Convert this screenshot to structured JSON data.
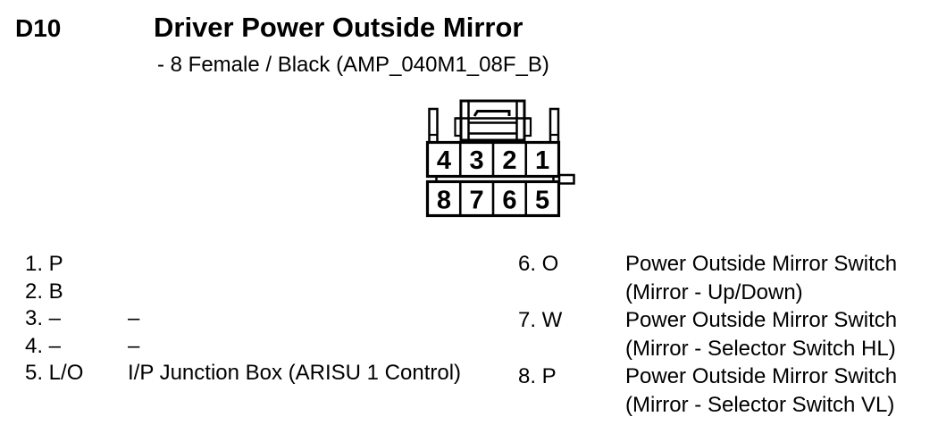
{
  "header": {
    "connector_id": "D10",
    "title": "Driver Power Outside Mirror",
    "subtitle": "- 8 Female / Black (AMP_040M1_08F_B)"
  },
  "connector": {
    "rows": 2,
    "pin_count": 8,
    "top_row_pins": [
      "4",
      "3",
      "2",
      "1"
    ],
    "bottom_row_pins": [
      "8",
      "7",
      "6",
      "5"
    ]
  },
  "pin_table": {
    "left": [
      {
        "label": "1. P",
        "desc": ""
      },
      {
        "label": "2. B",
        "desc": ""
      },
      {
        "label": "3. –",
        "desc": "–"
      },
      {
        "label": "4. –",
        "desc": "–"
      },
      {
        "label": "5. L/O",
        "desc": "I/P Junction Box (ARISU 1 Control)"
      }
    ],
    "right": [
      {
        "label": "6. O",
        "desc_line1": "Power Outside Mirror Switch",
        "desc_line2": "(Mirror - Up/Down)"
      },
      {
        "label": "7. W",
        "desc_line1": "Power Outside Mirror Switch",
        "desc_line2": "(Mirror - Selector Switch HL)"
      },
      {
        "label": "8. P",
        "desc_line1": "Power Outside Mirror Switch",
        "desc_line2": "(Mirror - Selector Switch VL)"
      }
    ]
  },
  "colors": {
    "ink": "#000000",
    "paper": "#ffffff"
  }
}
